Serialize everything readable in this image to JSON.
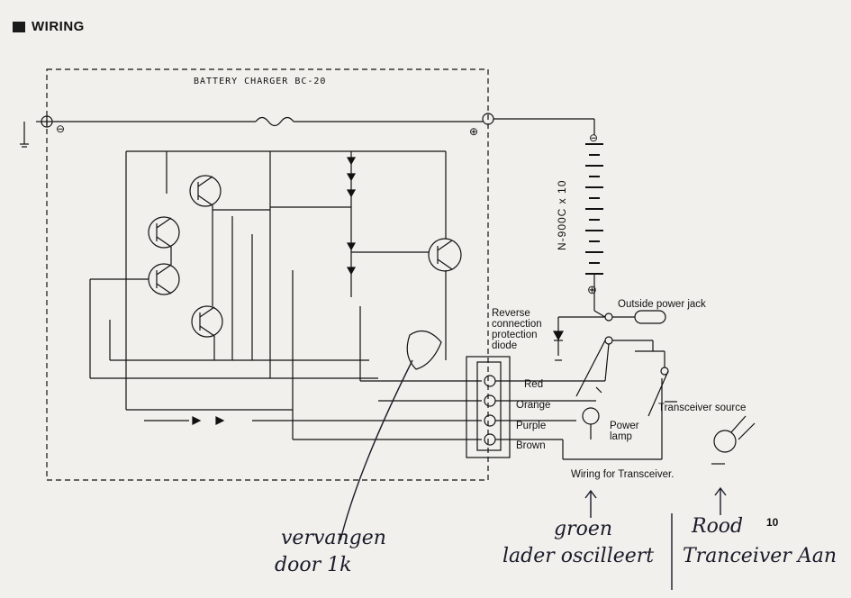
{
  "header": {
    "title": "WIRING"
  },
  "charger": {
    "title": "BATTERY CHARGER BC-20"
  },
  "battery": {
    "label": "N-900C x 10"
  },
  "labels": {
    "reverse_diode": [
      "Reverse",
      "connection",
      "protection",
      "diode"
    ],
    "outside_jack": "Outside power jack",
    "power_lamp": [
      "Power",
      "lamp"
    ],
    "transceiver_source": "Transceiver source",
    "wiring_for": "Wiring for Transceiver."
  },
  "terminals": [
    "Red",
    "Orange",
    "Purple",
    "Brown"
  ],
  "page_number": "10",
  "handwritten": {
    "left_line1": "vervangen",
    "left_line2": "door 1k",
    "middle_line1": "groen",
    "middle_line2": "lader oscilleert",
    "right_line1": "Rood",
    "right_line2": "Tranceiver Aan"
  },
  "colors": {
    "paper": "#f1f0ec",
    "ink": "#111111",
    "handwriting": "#1b1b2a"
  }
}
